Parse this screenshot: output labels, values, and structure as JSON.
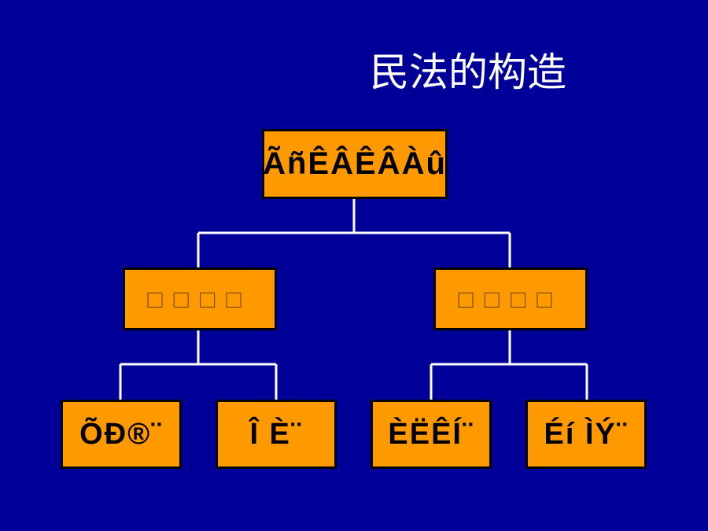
{
  "title": "民法的构造",
  "root": {
    "label": "ÃñÊÂÊÂÀû"
  },
  "middle": [
    {
      "label": "□□□□"
    },
    {
      "label": "□□□□"
    }
  ],
  "leaves": [
    {
      "label": "ÕÐ®¨"
    },
    {
      "label": "Î È¨"
    },
    {
      "label": "ÈËÊÍ¨"
    },
    {
      "label": "Éí ÌÝ¨"
    }
  ],
  "colors": {
    "background": "#000099",
    "box_fill": "#ff9900",
    "box_border": "#000000",
    "connector": "#ffffff",
    "title_text": "#ffffff"
  }
}
